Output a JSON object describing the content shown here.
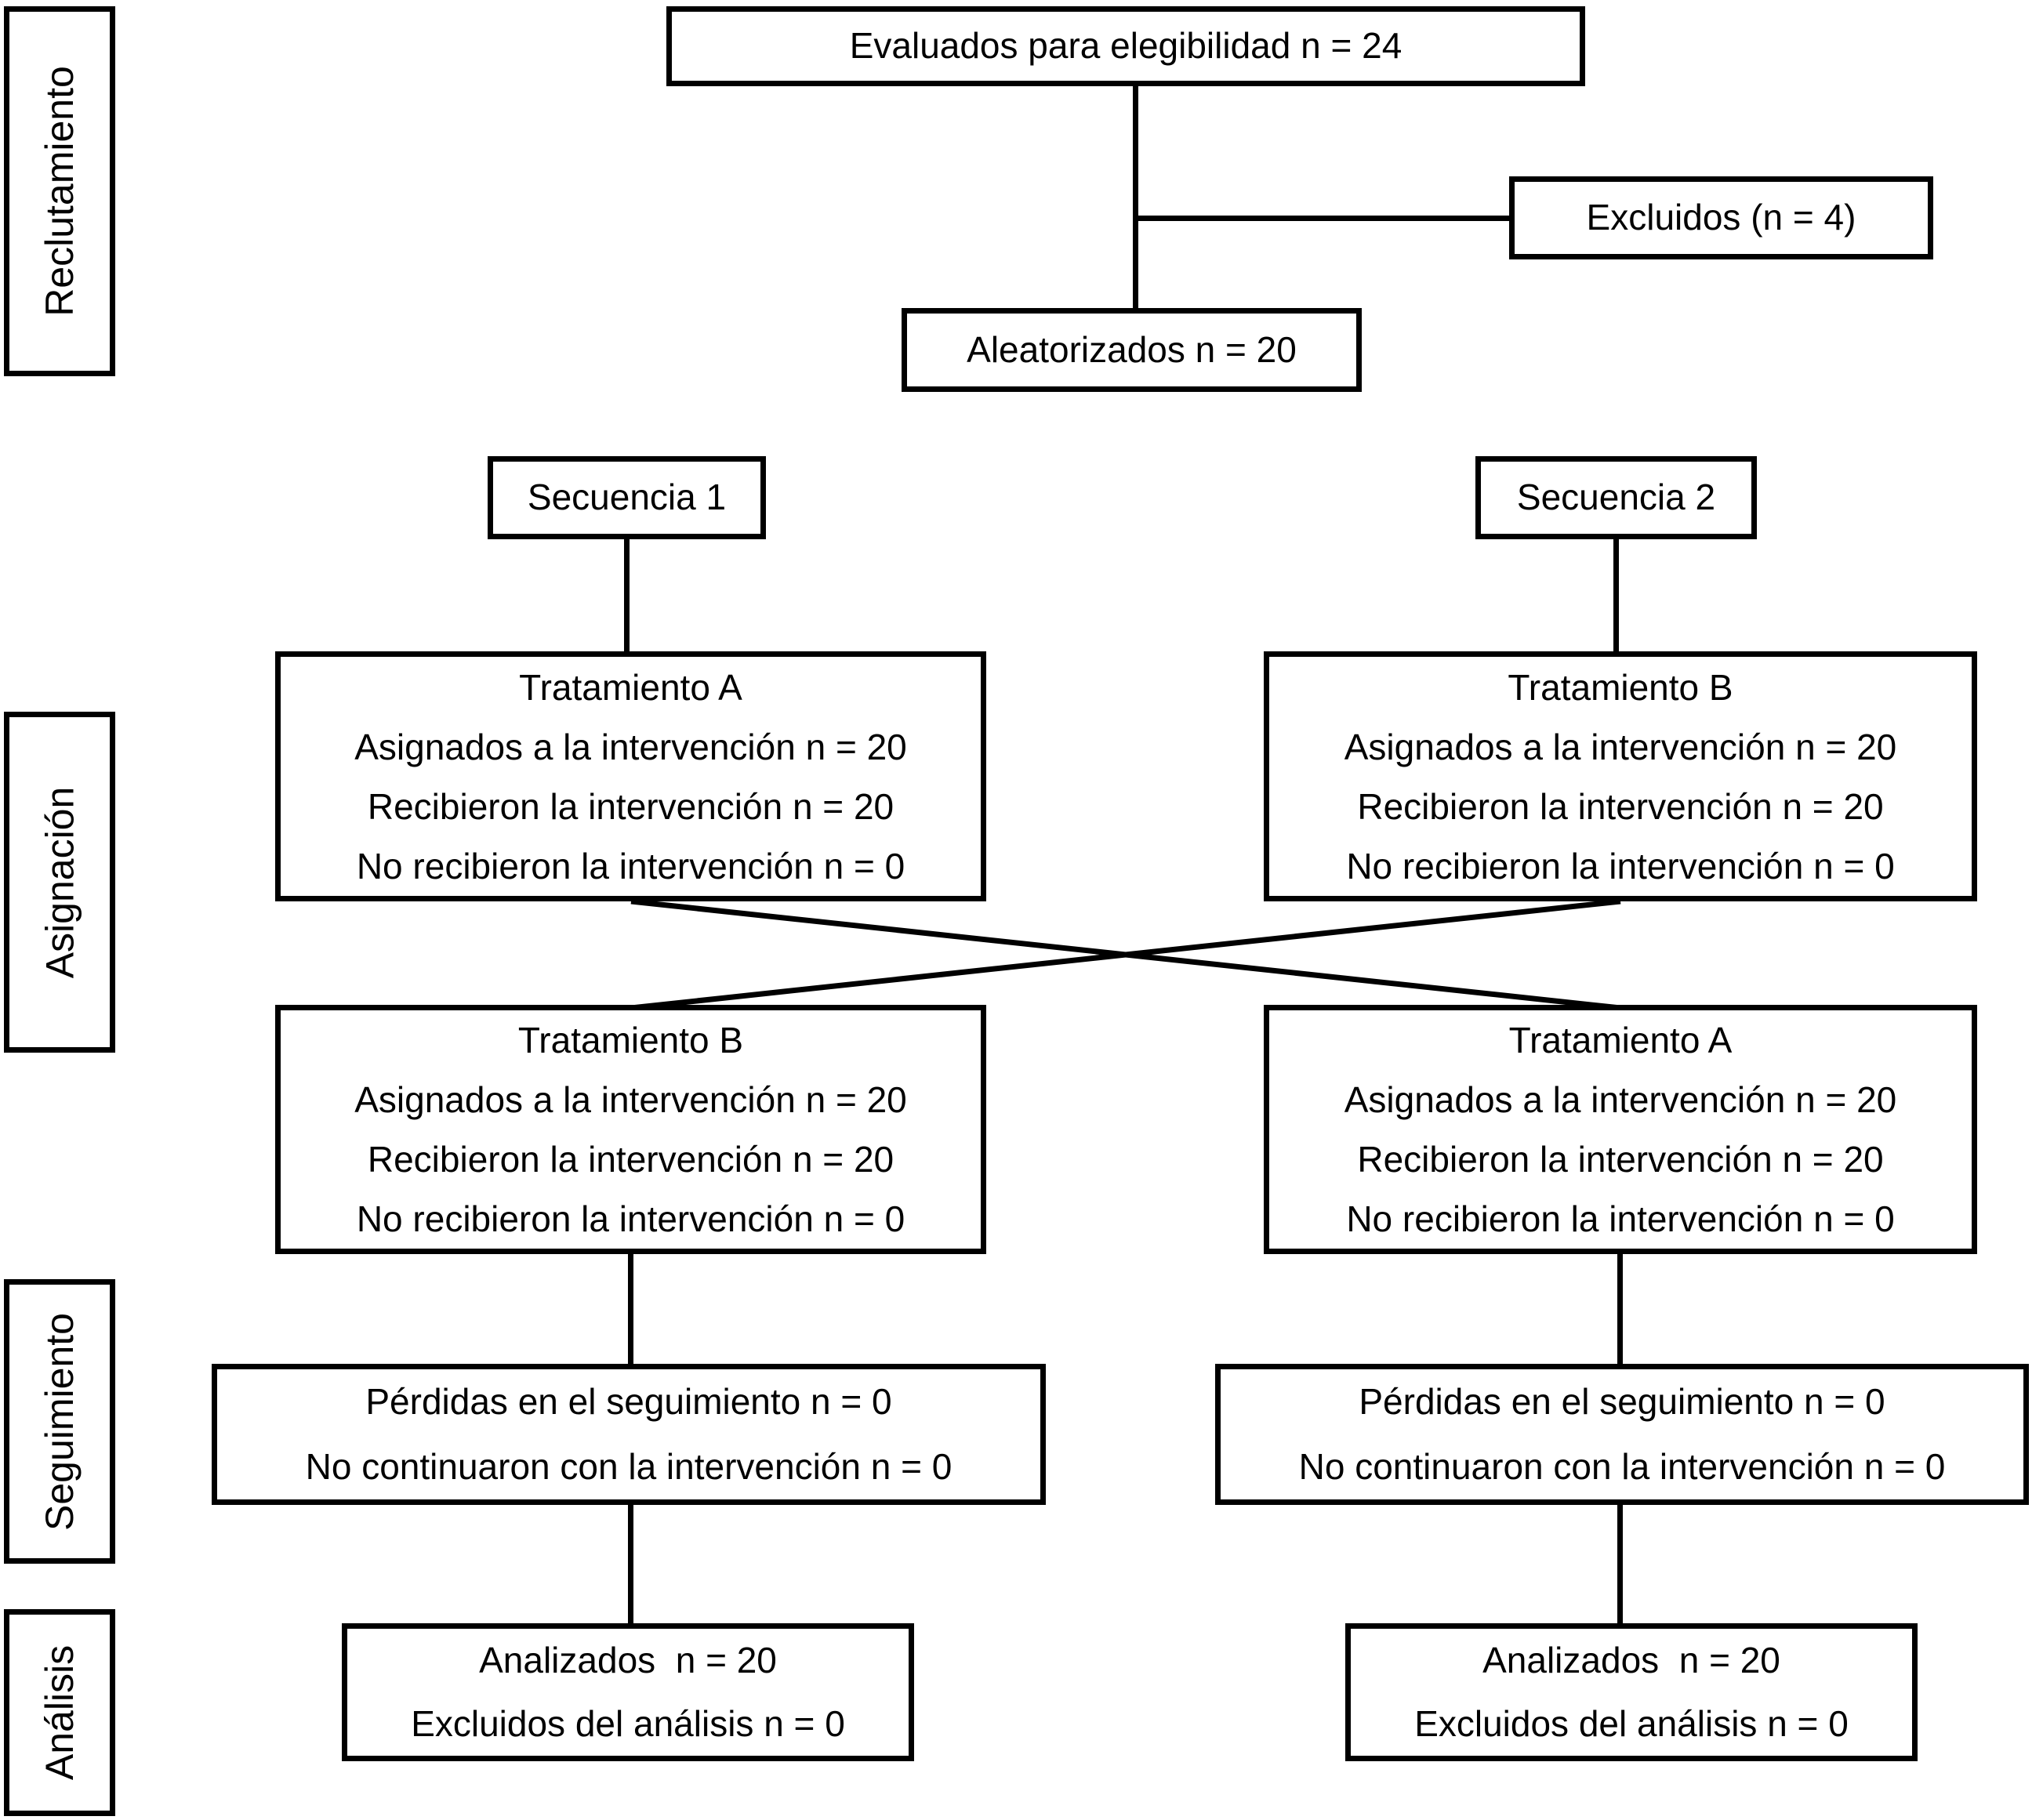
{
  "stages": {
    "recruitment": "Reclutamiento",
    "allocation": "Asignación",
    "followup": "Seguimiento",
    "analysis": "Análisis"
  },
  "flow": {
    "eligibility": "Evaluados para elegibilidad n = 24",
    "excluded": "Excluidos (n = 4)",
    "randomized": "Aleatorizados n = 20",
    "sequence1": "Secuencia 1",
    "sequence2": "Secuencia 2",
    "allocation_boxes": [
      {
        "title": "Tratamiento A",
        "assigned": "Asignados a la intervención n = 20",
        "received": "Recibieron la intervención n = 20",
        "not_received": "No recibieron la intervención n = 0"
      },
      {
        "title": "Tratamiento B",
        "assigned": "Asignados a la intervención n = 20",
        "received": "Recibieron la intervención n = 20",
        "not_received": "No recibieron la intervención n = 0"
      },
      {
        "title": "Tratamiento B",
        "assigned": "Asignados a la intervención n = 20",
        "received": "Recibieron la intervención n = 20",
        "not_received": "No recibieron la intervención n = 0"
      },
      {
        "title": "Tratamiento A",
        "assigned": "Asignados a la intervención n = 20",
        "received": "Recibieron la intervención n = 20",
        "not_received": "No recibieron la intervención n = 0"
      }
    ],
    "followup_boxes": [
      {
        "lost": "Pérdidas en el seguimiento n = 0",
        "discontinued": "No continuaron con la intervención n = 0"
      },
      {
        "lost": "Pérdidas en el seguimiento n = 0",
        "discontinued": "No continuaron con la intervención n = 0"
      }
    ],
    "analysis_boxes": [
      {
        "analyzed": "Analizados  n = 20",
        "excluded": "Excluidos del análisis n = 0"
      },
      {
        "analyzed": "Analizados  n = 20",
        "excluded": "Excluidos del análisis n = 0"
      }
    ]
  }
}
